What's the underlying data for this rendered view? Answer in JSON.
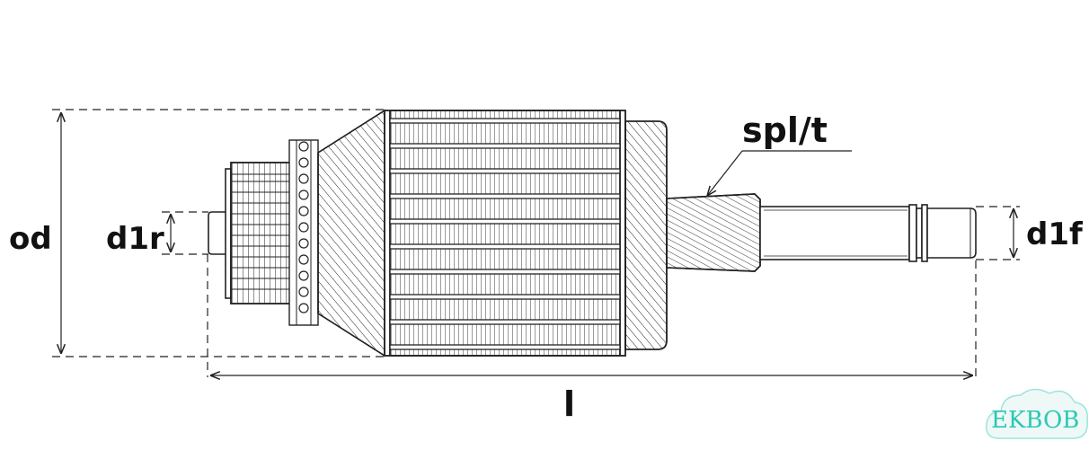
{
  "labels": {
    "od": "od",
    "d1r": "d1r",
    "d1f": "d1f",
    "spl": "spl/t",
    "l": "l"
  },
  "watermark": {
    "text": "EKBOB",
    "color": "#2cc7b4"
  },
  "colors": {
    "line": "#222222",
    "background": "#ffffff"
  }
}
